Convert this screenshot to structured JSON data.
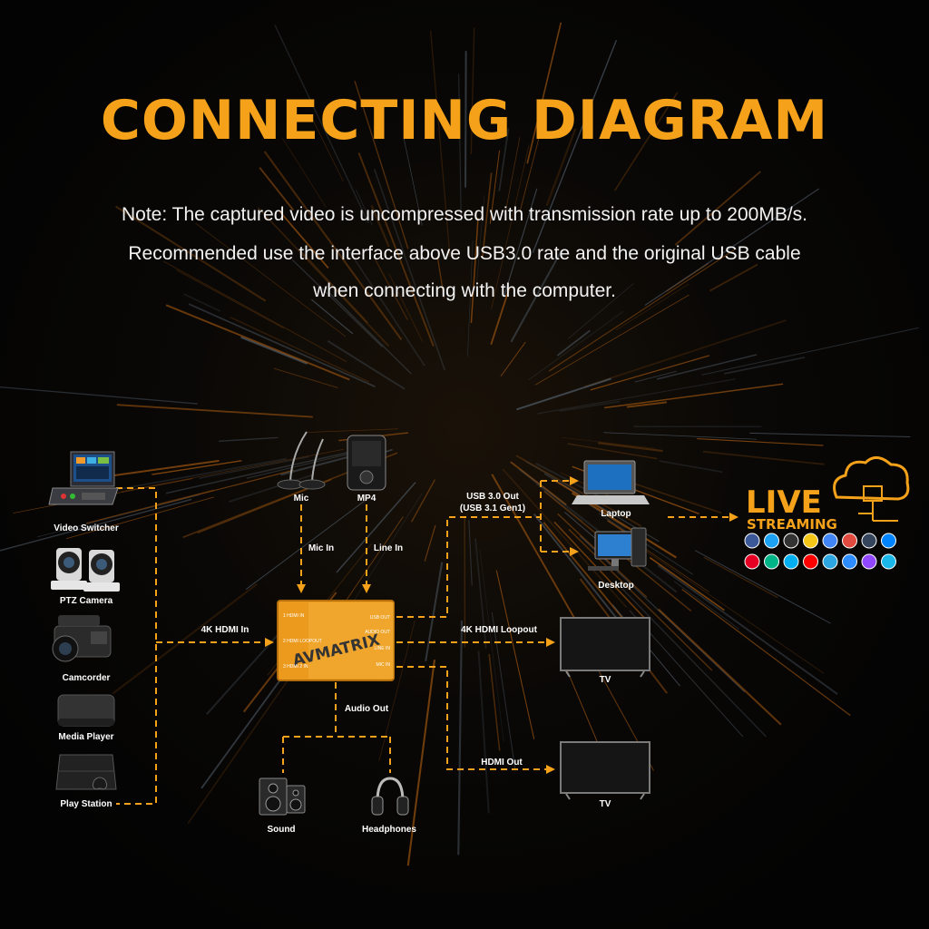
{
  "title": "CONNECTING DIAGRAM",
  "note": {
    "line1": "Note: The captured video is uncompressed with transmission rate up to 200MB/s.",
    "line2": "Recommended use the interface above USB3.0 rate and the original USB cable",
    "line3": "when connecting with the computer."
  },
  "sources": {
    "video_switcher": "Video Switcher",
    "ptz_camera": "PTZ Camera",
    "camcorder": "Camcorder",
    "media_player": "Media Player",
    "play_station": "Play Station"
  },
  "audio_inputs": {
    "mic": "Mic",
    "mp4": "MP4"
  },
  "connections": {
    "mic_in": "Mic In",
    "line_in": "Line In",
    "hdmi_in": "4K HDMI In",
    "usb_out_1": "USB 3.0 Out",
    "usb_out_2": "(USB 3.1 Gen1)",
    "hdmi_loopout": "4K HDMI Loopout",
    "hdmi_out": "HDMI Out",
    "audio_out": "Audio Out"
  },
  "outputs": {
    "laptop": "Laptop",
    "desktop": "Desktop",
    "tv_1": "TV",
    "tv_2": "TV",
    "sound": "Sound",
    "headphones": "Headphones"
  },
  "device": {
    "brand": "AVMATRIX",
    "ports_left": [
      "1 HDMI IN",
      "2 HDMI LOOPOUT",
      "3 HDMI 2 IN"
    ],
    "ports_right": [
      "USB OUT",
      "AUDIO OUT",
      "LINE IN",
      "MIC IN"
    ]
  },
  "live_streaming": {
    "live": "LIVE",
    "streaming": "STREAMING",
    "icons": [
      "facebook-icon",
      "twitter-icon",
      "obs-icon",
      "youtube-gaming-icon",
      "chrome-icon",
      "periscope-icon",
      "tumblr-icon",
      "messenger-icon",
      "pinterest-icon",
      "vine-icon",
      "skype-icon",
      "youtube-icon",
      "telegram-icon",
      "zoom-icon",
      "twitch-icon",
      "vimeo-icon"
    ],
    "icon_colors": [
      "#3b5998",
      "#1da1f2",
      "#333333",
      "#f5c518",
      "#4285f4",
      "#e04a3f",
      "#35465c",
      "#0084ff",
      "#e60023",
      "#00b488",
      "#00aff0",
      "#ff0000",
      "#2ca5e0",
      "#2d8cff",
      "#9146ff",
      "#1ab7ea"
    ]
  },
  "colors": {
    "accent": "#f5a21a",
    "text": "#ffffff",
    "background": "#050505"
  }
}
